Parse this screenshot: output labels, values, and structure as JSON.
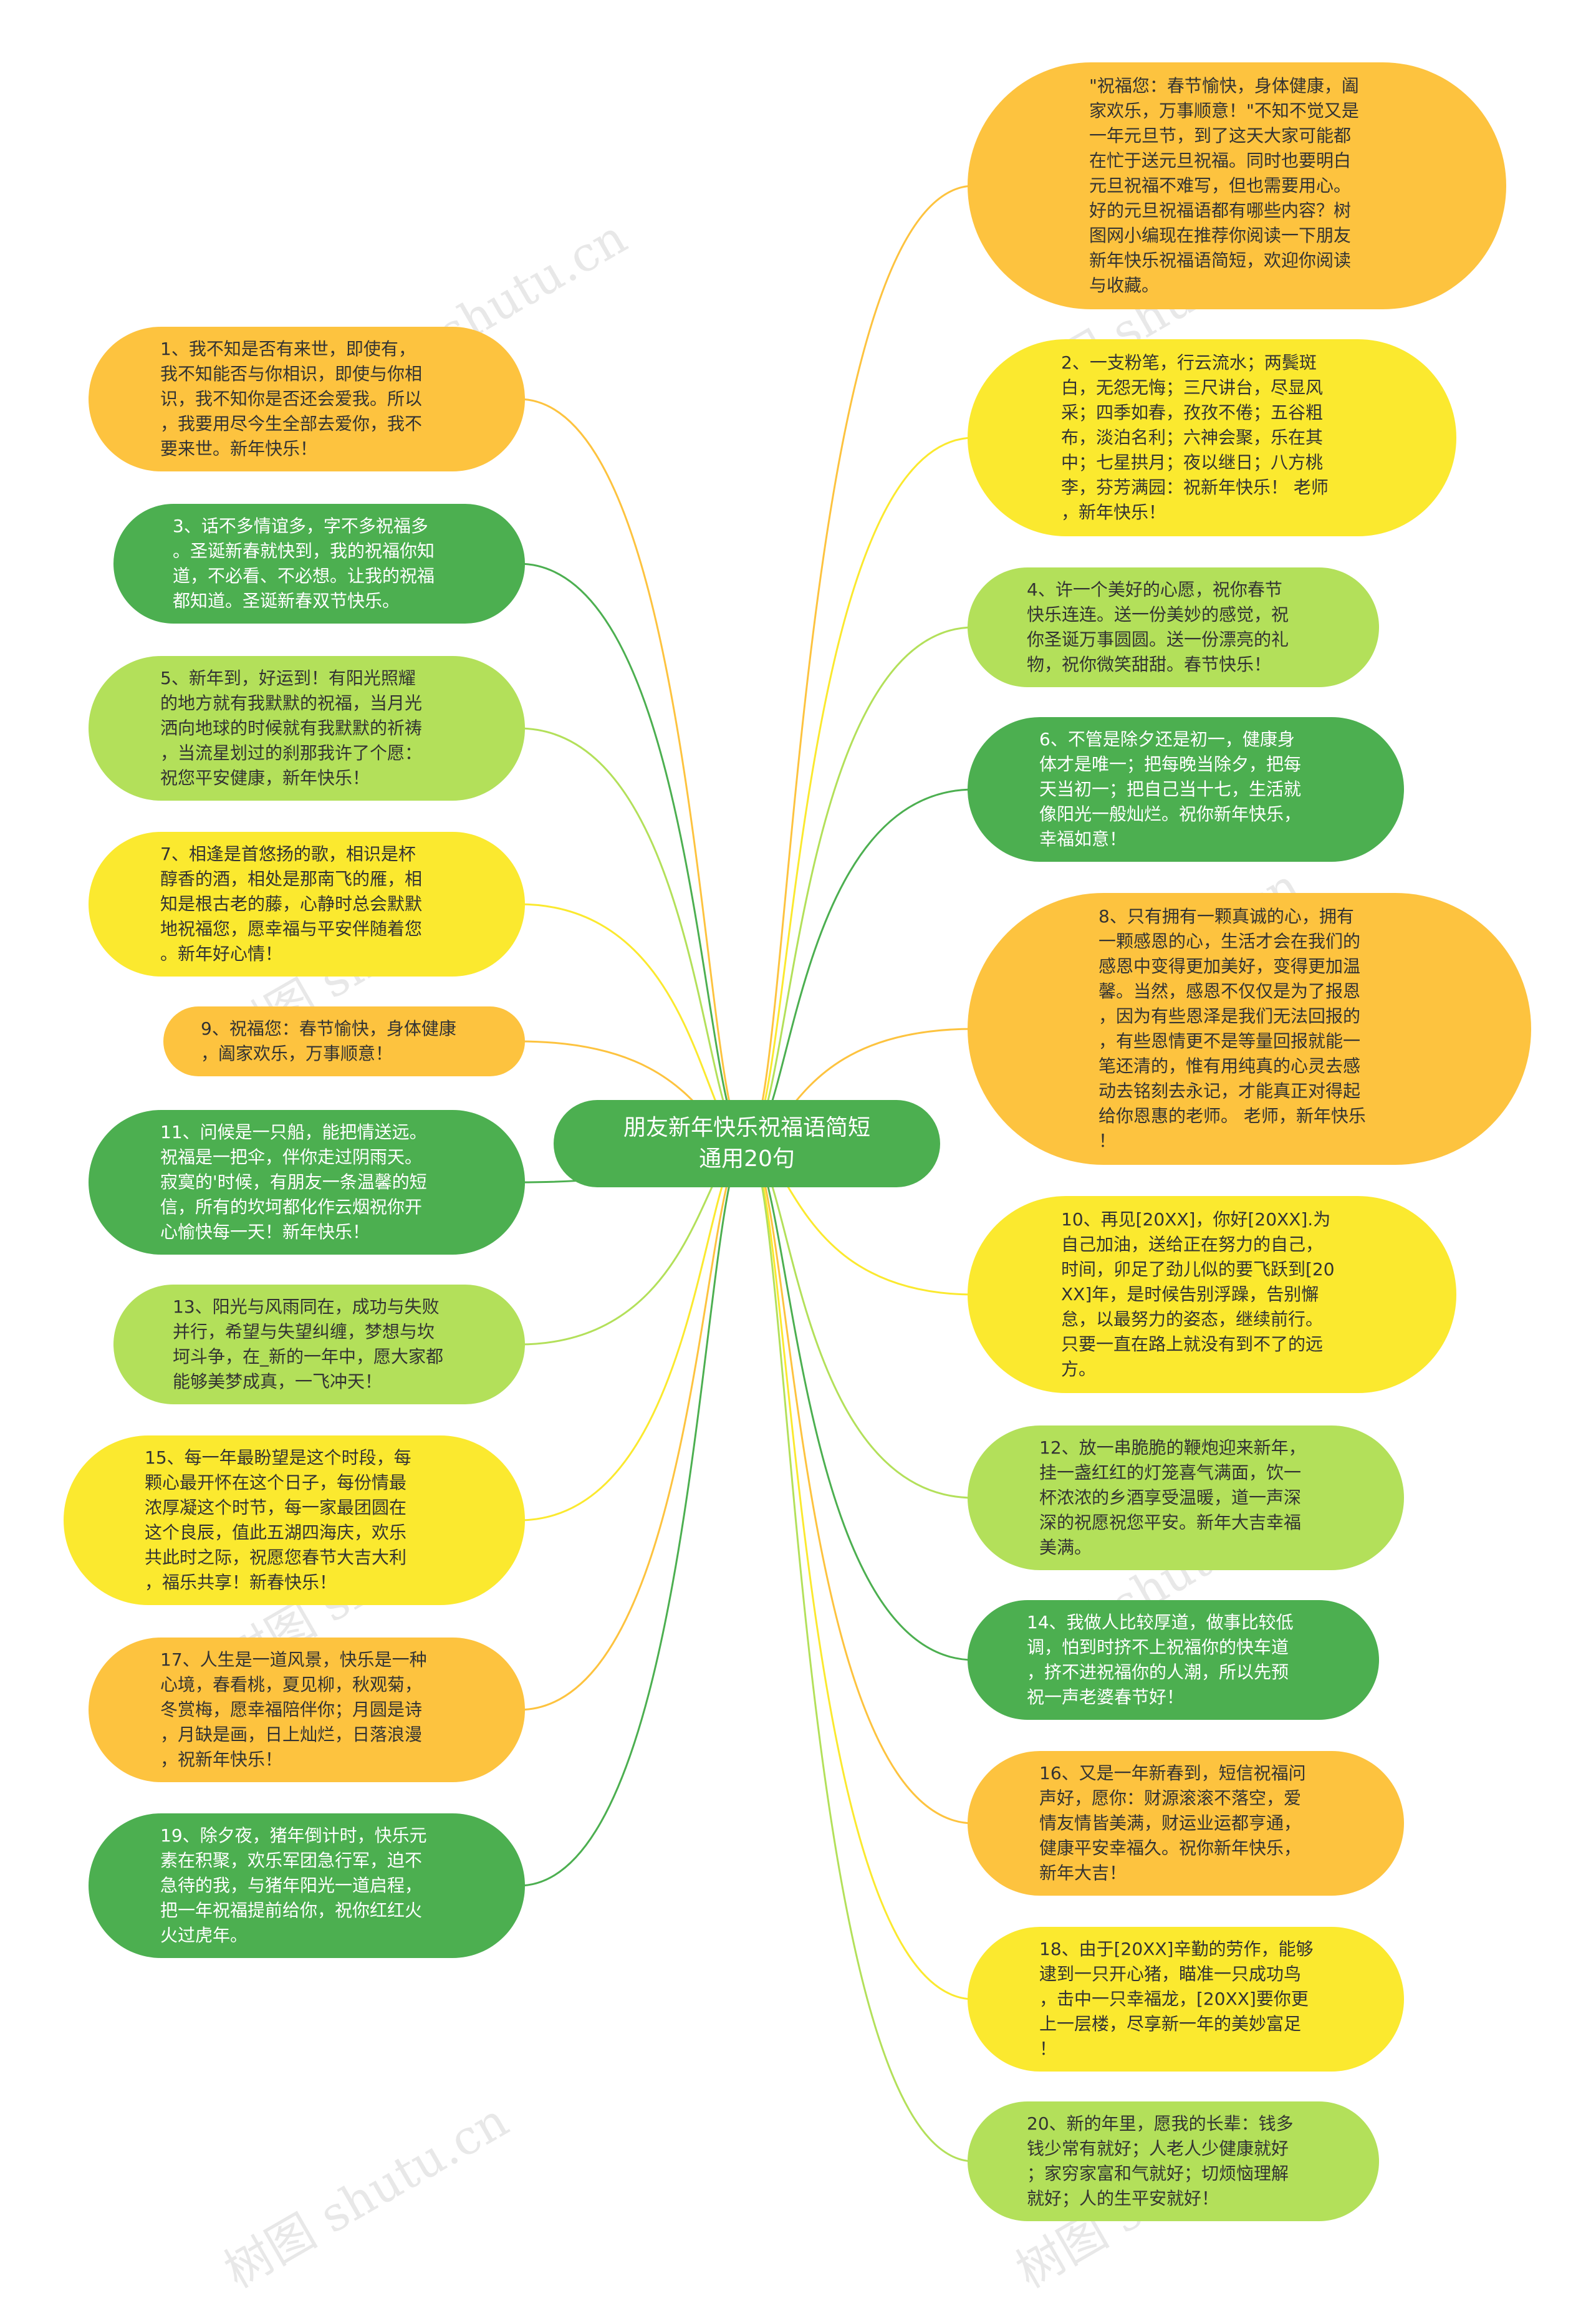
{
  "center": {
    "label": "朋友新年快乐祝福语简短\n通用20句"
  },
  "colors": {
    "orange": "#fdc33f",
    "yellow": "#fbe92f",
    "green": "#4caf50",
    "light_green": "#b3e05a"
  },
  "watermark": "树图 shutu.cn",
  "left_nodes": [
    {
      "text": "1、我不知是否有来世，即使有，\n我不知能否与你相识，即使与你相\n识，我不知你是否还会爱我。所以\n，我要用尽今生全部去爱你，我不\n要来世。新年快乐！",
      "color": "orange"
    },
    {
      "text": "3、话不多情谊多，字不多祝福多\n。圣诞新春就快到，我的祝福你知\n道，不必看、不必想。让我的祝福\n都知道。圣诞新春双节快乐。",
      "color": "green"
    },
    {
      "text": "5、新年到，好运到！有阳光照耀\n的地方就有我默默的祝福，当月光\n洒向地球的时候就有我默默的祈祷\n，当流星划过的刹那我许了个愿：\n祝您平安健康，新年快乐！",
      "color": "light_green"
    },
    {
      "text": "7、相逢是首悠扬的歌，相识是杯\n醇香的酒，相处是那南飞的雁，相\n知是根古老的藤，心静时总会默默\n地祝福您，愿幸福与平安伴随着您\n。新年好心情！",
      "color": "yellow"
    },
    {
      "text": "9、祝福您：春节愉快，身体健康\n，阖家欢乐，万事顺意！",
      "color": "orange"
    },
    {
      "text": "11、问候是一只船，能把情送远。\n祝福是一把伞，伴你走过阴雨天。\n寂寞的'时候，有朋友一条温馨的短\n信，所有的坎坷都化作云烟祝你开\n心愉快每一天！新年快乐！",
      "color": "green"
    },
    {
      "text": "13、阳光与风雨同在，成功与失败\n并行，希望与失望纠缠，梦想与坎\n坷斗争，在_新的一年中，愿大家都\n能够美梦成真，一飞冲天！",
      "color": "light_green"
    },
    {
      "text": "15、每一年最盼望是这个时段，每\n颗心最开怀在这个日子，每份情最\n浓厚凝这个时节，每一家最团圆在\n这个良辰，值此五湖四海庆，欢乐\n共此时之际，祝愿您春节大吉大利\n，福乐共享！新春快乐！",
      "color": "yellow"
    },
    {
      "text": "17、人生是一道风景，快乐是一种\n心境，春看桃，夏见柳，秋观菊，\n冬赏梅，愿幸福陪伴你；月圆是诗\n，月缺是画，日上灿烂，日落浪漫\n，祝新年快乐！",
      "color": "orange"
    },
    {
      "text": "19、除夕夜，猪年倒计时，快乐元\n素在积聚，欢乐军团急行军，迫不\n急待的我，与猪年阳光一道启程，\n把一年祝福提前给你，祝你红红火\n火过虎年。",
      "color": "green"
    }
  ],
  "right_nodes": [
    {
      "text": "\"祝福您：春节愉快，身体健康，阖\n家欢乐，万事顺意！\"不知不觉又是\n一年元旦节，到了这天大家可能都\n在忙于送元旦祝福。同时也要明白\n元旦祝福不难写，但也需要用心。\n好的元旦祝福语都有哪些内容？树\n图网小编现在推荐你阅读一下朋友\n新年快乐祝福语简短，欢迎你阅读\n与收藏。",
      "color": "orange"
    },
    {
      "text": "2、一支粉笔，行云流水；两鬓斑\n白，无怨无悔；三尺讲台，尽显风\n采；四季如春，孜孜不倦；五谷粗\n布，淡泊名利；六神会聚，乐在其\n中；七星拱月；夜以继日；八方桃\n李，芬芳满园：祝新年快乐！ 老师\n，新年快乐！",
      "color": "yellow"
    },
    {
      "text": "4、许一个美好的心愿，祝你春节\n快乐连连。送一份美妙的感觉，祝\n你圣诞万事圆圆。送一份漂亮的礼\n物，祝你微笑甜甜。春节快乐！",
      "color": "light_green"
    },
    {
      "text": "6、不管是除夕还是初一，健康身\n体才是唯一；把每晚当除夕，把每\n天当初一；把自己当十七，生活就\n像阳光一般灿烂。祝你新年快乐，\n幸福如意！",
      "color": "green"
    },
    {
      "text": "8、只有拥有一颗真诚的心，拥有\n一颗感恩的心，生活才会在我们的\n感恩中变得更加美好，变得更加温\n馨。当然，感恩不仅仅是为了报恩\n，因为有些恩泽是我们无法回报的\n，有些恩情更不是等量回报就能一\n笔还清的，惟有用纯真的心灵去感\n动去铭刻去永记，才能真正对得起\n给你恩惠的老师。 老师，新年快乐\n！",
      "color": "orange"
    },
    {
      "text": "10、再见[20XX]，你好[20XX].为\n自己加油，送给正在努力的自己，\n时间，卯足了劲儿似的要飞跃到[20\nXX]年，是时候告别浮躁，告别懈\n怠，以最努力的姿态，继续前行。\n只要一直在路上就没有到不了的远\n方。",
      "color": "yellow"
    },
    {
      "text": "12、放一串脆脆的鞭炮迎来新年，\n挂一盏红红的灯笼喜气满面，饮一\n杯浓浓的乡酒享受温暖，道一声深\n深的祝愿祝您平安。新年大吉幸福\n美满。",
      "color": "light_green"
    },
    {
      "text": "14、我做人比较厚道，做事比较低\n调，怕到时挤不上祝福你的快车道\n，挤不进祝福你的人潮，所以先预\n祝一声老婆春节好！",
      "color": "green"
    },
    {
      "text": "16、又是一年新春到，短信祝福问\n声好，愿你：财源滚滚不落空，爱\n情友情皆美满，财运业运都亨通，\n健康平安幸福久。祝你新年快乐，\n新年大吉！",
      "color": "orange"
    },
    {
      "text": "18、由于[20XX]辛勤的劳作，能够\n逮到一只开心猪，瞄准一只成功鸟\n，击中一只幸福龙，[20XX]要你更\n上一层楼，尽享新一年的美妙富足\n！",
      "color": "yellow"
    },
    {
      "text": "20、新的年里，愿我的长辈：钱多\n钱少常有就好；人老人少健康就好\n；家穷家富和气就好；切烦恼理解\n就好；人的生平安就好！",
      "color": "light_green"
    }
  ]
}
